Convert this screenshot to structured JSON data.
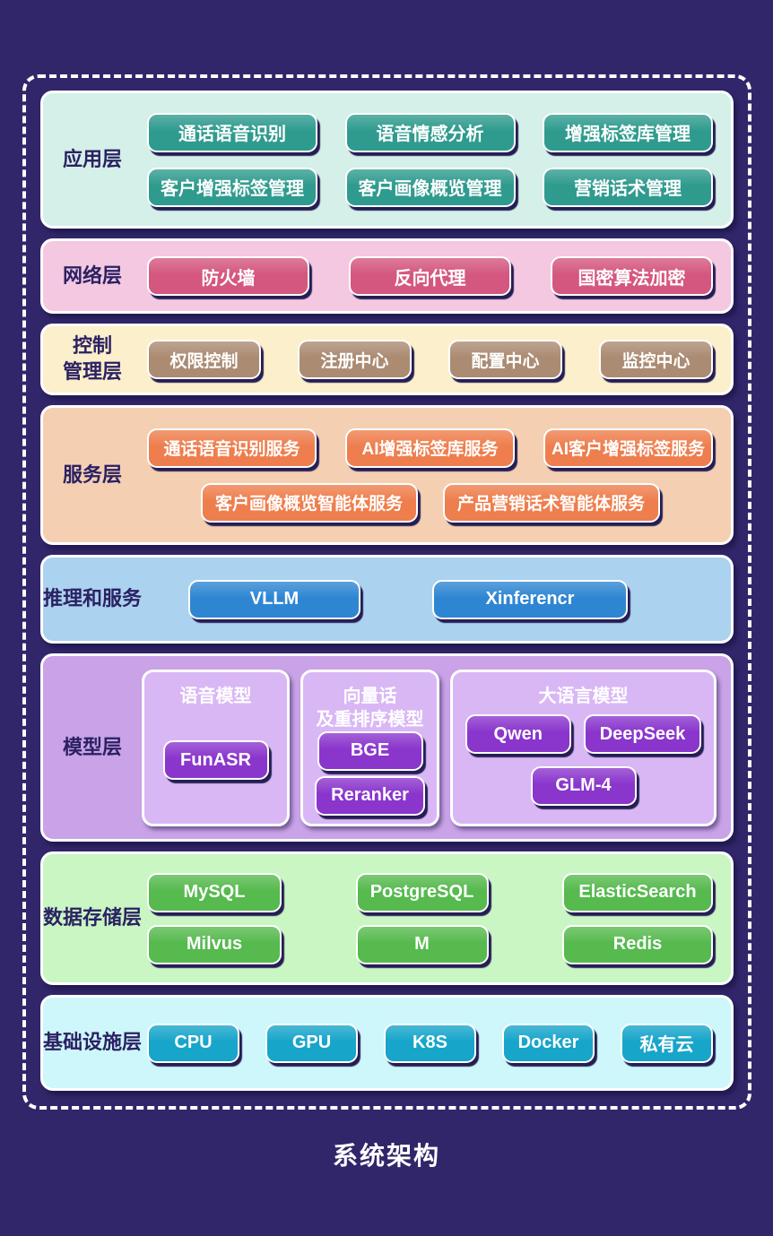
{
  "title": "系统架构",
  "page_background": "#32266a",
  "frame_border_color": "#ffffff",
  "label_color": "#2b2163",
  "layers": [
    {
      "id": "application",
      "label": "应用层",
      "colors": {
        "bg": "#d4f0e8",
        "btn": "#2f9b8e"
      },
      "rows": [
        [
          "通话语音识别",
          "语音情感分析",
          "增强标签库管理"
        ],
        [
          "客户增强标签管理",
          "客户画像概览管理",
          "营销话术管理"
        ]
      ]
    },
    {
      "id": "network",
      "label": "网络层",
      "colors": {
        "bg": "#f4c8e0",
        "btn": "#d4577f"
      },
      "rows": [
        [
          "防火墙",
          "反向代理",
          "国密算法加密"
        ]
      ]
    },
    {
      "id": "control",
      "label": "控制\n管理层",
      "colors": {
        "bg": "#fcefcb",
        "btn": "#ab8b72"
      },
      "rows": [
        [
          "权限控制",
          "注册中心",
          "配置中心",
          "监控中心"
        ]
      ]
    },
    {
      "id": "service",
      "label": "服务层",
      "colors": {
        "bg": "#f4cfb2",
        "btn": "#ee7e4d"
      },
      "rows": [
        [
          "通话语音识别服务",
          "AI增强标签库服务",
          "AI客户增强标签服务"
        ],
        [
          "客户画像概览智能体服务",
          "产品营销话术智能体服务"
        ]
      ]
    },
    {
      "id": "inference",
      "label": "推理和服务",
      "colors": {
        "bg": "#abd2ee",
        "btn": "#2e86d2"
      },
      "rows": [
        [
          "VLLM",
          "Xinferencr"
        ]
      ]
    },
    {
      "id": "model",
      "label": "模型层",
      "colors": {
        "bg": "#c9a2e8",
        "btn": "#8a35cc",
        "panel": "#d9b7f4"
      },
      "panels": [
        {
          "title": "语音模型",
          "buttons": [
            "FunASR"
          ]
        },
        {
          "title": "向量话\n及重排序模型",
          "buttons": [
            "BGE",
            "Reranker"
          ]
        },
        {
          "title": "大语言模型",
          "row1": [
            "Qwen",
            "DeepSeek"
          ],
          "row2": [
            "GLM-4"
          ]
        }
      ]
    },
    {
      "id": "storage",
      "label": "数据存储层",
      "colors": {
        "bg": "#c9f6c2",
        "btn": "#56ba4e"
      },
      "rows": [
        [
          "MySQL",
          "PostgreSQL",
          "ElasticSearch"
        ],
        [
          "Milvus",
          "M",
          "Redis"
        ]
      ]
    },
    {
      "id": "infrastructure",
      "label": "基础设施层",
      "colors": {
        "bg": "#cdf7fa",
        "btn": "#17a5ca"
      },
      "rows": [
        [
          "CPU",
          "GPU",
          "K8S",
          "Docker",
          "私有云"
        ]
      ]
    }
  ]
}
